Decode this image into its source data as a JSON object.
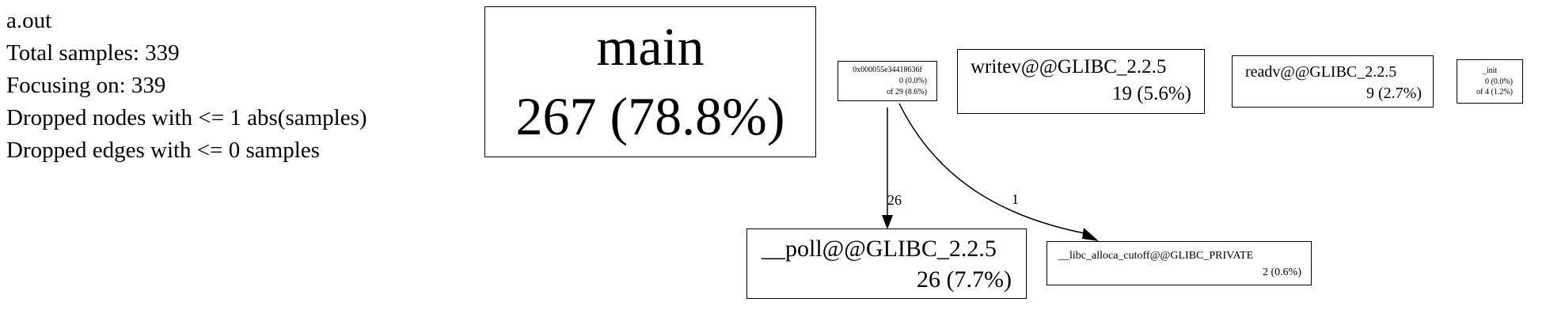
{
  "legend": {
    "binary": "a.out",
    "total_samples": "Total samples: 339",
    "focusing_on": "Focusing on: 339",
    "dropped_nodes": "Dropped nodes with <= 1 abs(samples)",
    "dropped_edges": "Dropped edges with <= 0 samples"
  },
  "nodes": {
    "main": {
      "name": "main",
      "stats": "267 (78.8%)"
    },
    "addr": {
      "name": "0x000055e34418636f",
      "flat": "0 (0.0%)",
      "cum": "of 29 (8.6%)"
    },
    "writev": {
      "name": "writev@@GLIBC_2.2.5",
      "stats": "19 (5.6%)"
    },
    "readv": {
      "name": "readv@@GLIBC_2.2.5",
      "stats": "9 (2.7%)"
    },
    "init": {
      "name": "_init",
      "flat": "0 (0.0%)",
      "cum": "of 4 (1.2%)"
    },
    "poll": {
      "name": "__poll@@GLIBC_2.2.5",
      "stats": "26 (7.7%)"
    },
    "alloca": {
      "name": "__libc_alloca_cutoff@@GLIBC_PRIVATE",
      "stats": "2 (0.6%)"
    }
  },
  "edges": {
    "addr_to_poll": "26",
    "addr_to_alloca": "1"
  }
}
